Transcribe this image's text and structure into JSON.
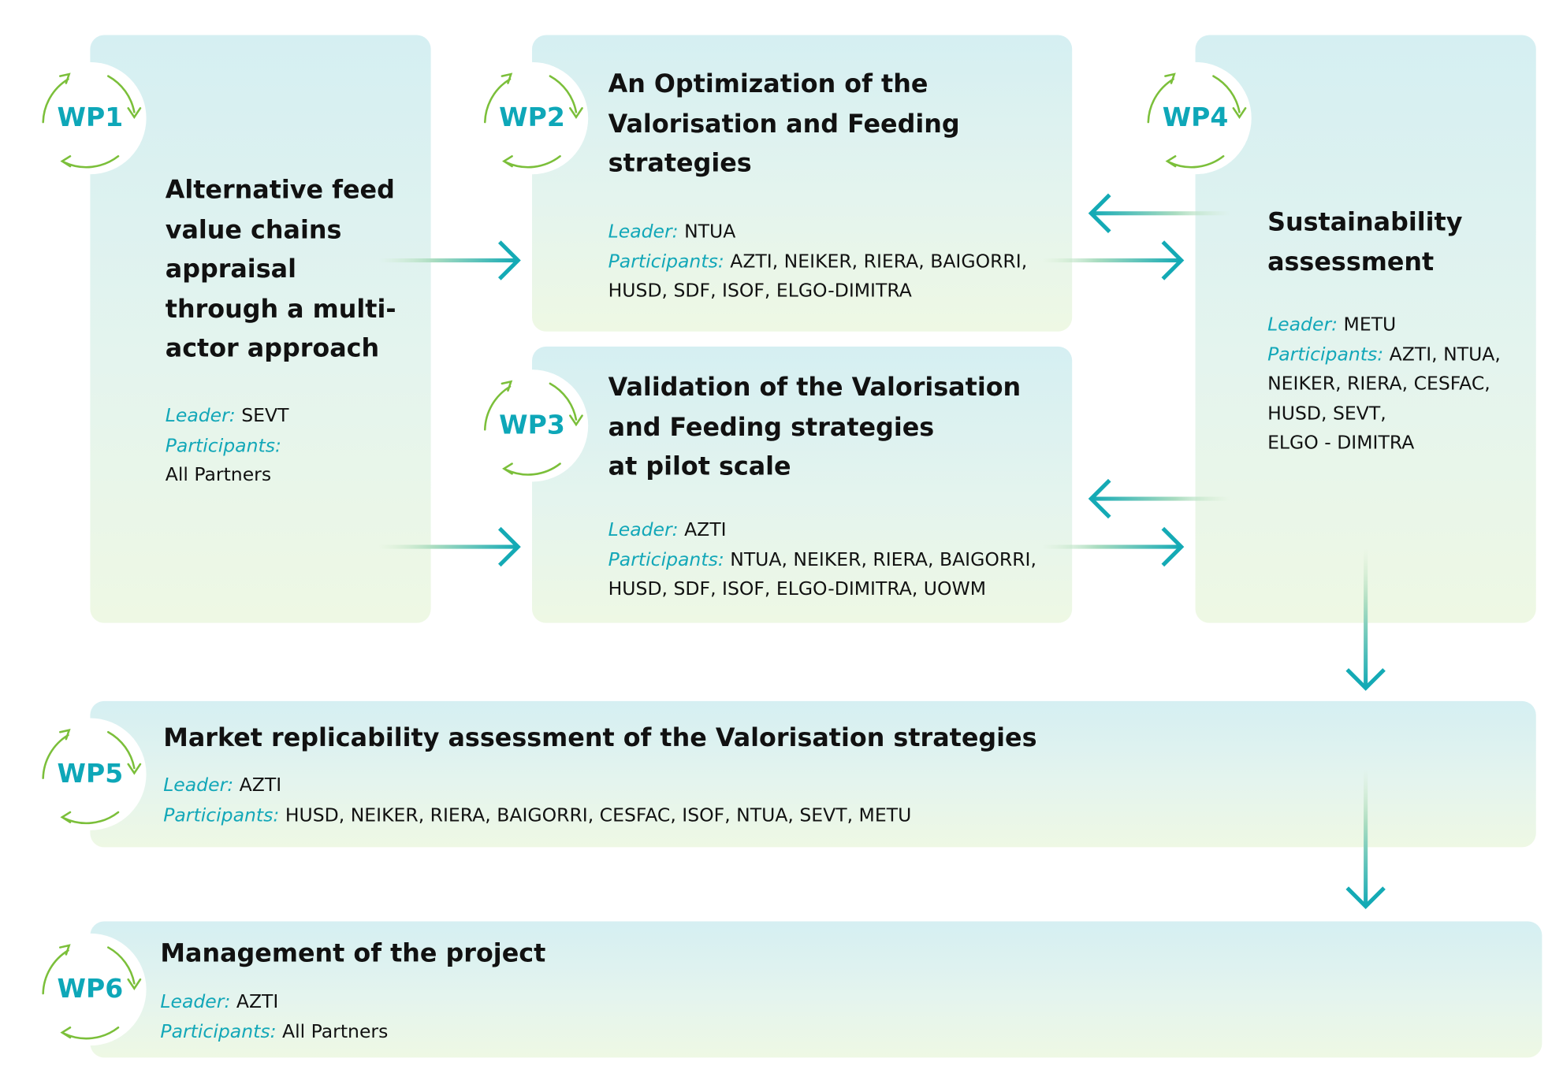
{
  "colors": {
    "accent": "#0ea7b8",
    "cycle": "#7bbf3a",
    "text": "#111111"
  },
  "labels": {
    "leader": "Leader:",
    "participants": "Participants:"
  },
  "work_packages": [
    {
      "id": "WP1",
      "title_lines": [
        "Alternative feed",
        "value chains",
        "appraisal",
        "through a multi-",
        "actor approach"
      ],
      "leader": "SEVT",
      "participants": "All Partners"
    },
    {
      "id": "WP2",
      "title_lines": [
        "An Optimization of the",
        "Valorisation and Feeding",
        "strategies"
      ],
      "leader": "NTUA",
      "participants": "AZTI, NEIKER, RIERA, BAIGORRI,",
      "participants_2": "HUSD, SDF, ISOF, ELGO-DIMITRA"
    },
    {
      "id": "WP3",
      "title_lines": [
        "Validation of the Valorisation",
        "and Feeding strategies",
        "at pilot scale"
      ],
      "leader": "AZTI",
      "participants": "NTUA, NEIKER, RIERA, BAIGORRI,",
      "participants_2": "HUSD, SDF, ISOF, ELGO-DIMITRA, UOWM"
    },
    {
      "id": "WP4",
      "title_lines": [
        "Sustainability",
        "assessment"
      ],
      "leader": "METU",
      "participants": "AZTI, NTUA,",
      "participants_lines": [
        "NEIKER, RIERA, CESFAC,",
        "HUSD, SEVT,",
        "ELGO - DIMITRA"
      ]
    },
    {
      "id": "WP5",
      "title": "Market replicability assessment of the Valorisation strategies",
      "leader": "AZTI",
      "participants": "HUSD, NEIKER, RIERA, BAIGORRI, CESFAC, ISOF, NTUA, SEVT, METU"
    },
    {
      "id": "WP6",
      "title": "Management of the project",
      "leader": "AZTI",
      "participants": "All Partners"
    }
  ]
}
